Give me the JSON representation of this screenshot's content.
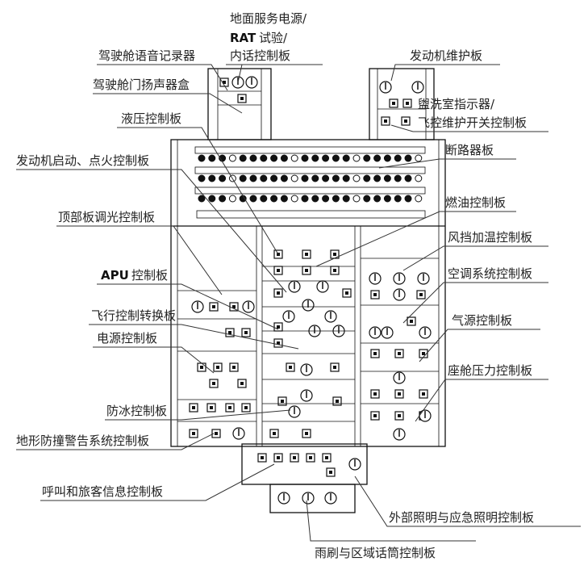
{
  "title": "顶部面板布局",
  "labels": {
    "ground_service_1": "地面服务电源/",
    "ground_service_2_bold": "RAT",
    "ground_service_2": "试验/",
    "ground_service_3": "内话控制板",
    "cvr": "驾驶舱语音记录器",
    "door_speaker": "驾驶舱门扬声器盒",
    "engine_maint": "发动机维护板",
    "lavatory_1": "盥洗室指示器/",
    "lavatory_2": "飞控维护开关控制板",
    "hydraulic": "液压控制板",
    "circuit_breaker": "断路器板",
    "engine_start": "发动机启动、点火控制板",
    "fuel": "燃油控制板",
    "dimming": "顶部板调光控制板",
    "windshield": "风挡加温控制板",
    "apu_bold": "APU",
    "apu": "控制板",
    "aircon": "空调系统控制板",
    "flight_control": "飞行控制转换板",
    "electrical": "电源控制板",
    "pneumatic": "气源控制板",
    "cabin_pressure": "座舱压力控制板",
    "anti_ice": "防冰控制板",
    "taws": "地形防撞警告系统控制板",
    "call_pax": "呼叫和旅客信息控制板",
    "ext_lighting": "外部照明与应急照明控制板",
    "wiper": "雨刷与区域话筒控制板"
  }
}
